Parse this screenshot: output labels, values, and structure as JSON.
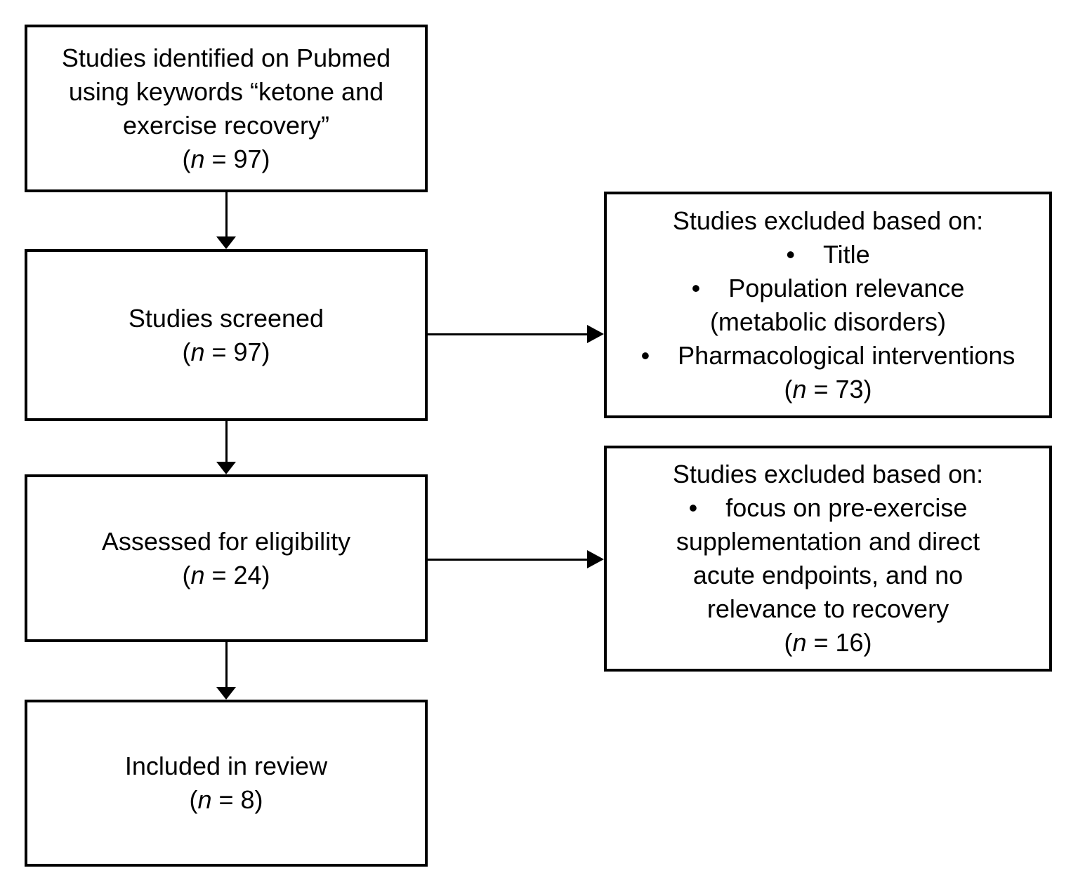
{
  "diagram": {
    "background_color": "#ffffff",
    "line_color": "#000000",
    "text_color": "#000000",
    "bullet": "•",
    "flow_boxes": [
      {
        "id": "identified",
        "lines": [
          "Studies identified on Pubmed",
          "using keywords “ketone and",
          "exercise recovery”"
        ],
        "count_open": "(",
        "count_var": "n",
        "count_rest": " = 97)"
      },
      {
        "id": "screened",
        "lines": [
          "Studies screened"
        ],
        "count_open": "(",
        "count_var": "n",
        "count_rest": " = 97)"
      },
      {
        "id": "eligibility",
        "lines": [
          "Assessed for eligibility"
        ],
        "count_open": "(",
        "count_var": "n",
        "count_rest": " = 24)"
      },
      {
        "id": "included",
        "lines": [
          "Included in review"
        ],
        "count_open": "(",
        "count_var": "n",
        "count_rest": " = 8)"
      }
    ],
    "exclusion_boxes": [
      {
        "id": "excluded-screening",
        "title": "Studies excluded based on:",
        "bullets": [
          {
            "first": "Title",
            "rest": []
          },
          {
            "first": "Population relevance",
            "rest": [
              "(metabolic disorders)"
            ]
          },
          {
            "first": "Pharmacological interventions",
            "rest": []
          }
        ],
        "count_open": "(",
        "count_var": "n",
        "count_rest": " = 73)"
      },
      {
        "id": "excluded-eligibility",
        "title": "Studies excluded based on:",
        "bullets": [
          {
            "first": "focus on pre-exercise",
            "rest": [
              "supplementation and direct",
              "acute endpoints, and no",
              "relevance to recovery"
            ]
          }
        ],
        "count_open": "(",
        "count_var": "n",
        "count_rest": " = 16)"
      }
    ]
  }
}
